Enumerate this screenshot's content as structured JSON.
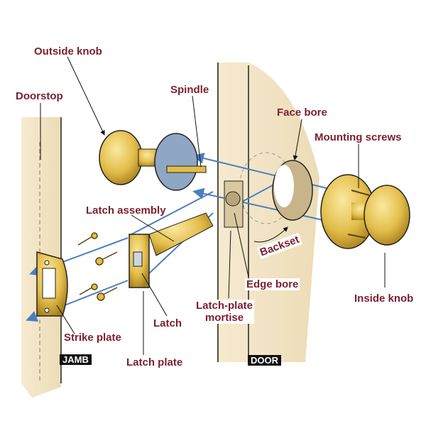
{
  "diagram": {
    "subject": "Exploded view of a door knob lockset",
    "labels": {
      "outside_knob": "Outside knob",
      "doorstop": "Doorstop",
      "spindle": "Spindle",
      "face_bore": "Face bore",
      "mounting_screws": "Mounting screws",
      "latch_assembly": "Latch assembly",
      "backset": "Backset",
      "edge_bore": "Edge bore",
      "latch_plate_mortise_line1": "Latch-plate",
      "latch_plate_mortise_line2": "mortise",
      "inside_knob": "Inside knob",
      "strike_plate": "Strike plate",
      "latch": "Latch",
      "latch_plate": "Latch plate"
    },
    "tags": {
      "jamb": "JAMB",
      "door": "DOOR"
    },
    "colors": {
      "label": "#7a1f2e",
      "wood": "#f1e3c2",
      "brass": "#e2bd4a",
      "steel": "#8fa6c4",
      "guide": "#4a7fc1",
      "tag_bg": "#111111"
    }
  }
}
